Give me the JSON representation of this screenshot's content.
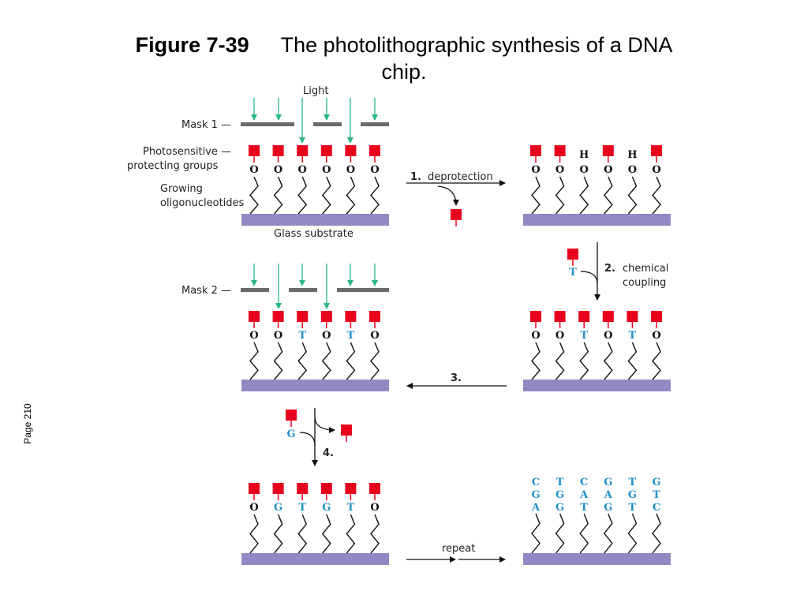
{
  "title": {
    "figure_number": "Figure 7-39",
    "caption_line1": "The photolithographic synthesis of a DNA",
    "caption_line2": "chip."
  },
  "page_label": "Page 210",
  "labels": {
    "light": "Light",
    "mask1": "Mask 1 —",
    "mask2": "Mask 2 —",
    "photosensitive_1": "Photosensitive —",
    "photosensitive_2": "protecting groups",
    "growing_1": "Growing",
    "growing_2": "oligonucleotides",
    "glass_substrate": "Glass substrate"
  },
  "steps": {
    "step1_num": "1.",
    "step1_text": "deprotection",
    "step2_num": "2.",
    "step2_text_1": "chemical",
    "step2_text_2": "coupling",
    "step3_num": "3.",
    "step4_num": "4.",
    "repeat": "repeat"
  },
  "panels": {
    "a": {
      "caps": [
        "red",
        "red",
        "red",
        "red",
        "red",
        "red"
      ],
      "bases": [
        "O",
        "O",
        "O",
        "O",
        "O",
        "O"
      ]
    },
    "b": {
      "caps": [
        "red",
        "red",
        "H",
        "red",
        "H",
        "red"
      ],
      "bases": [
        "O",
        "O",
        "O",
        "O",
        "O",
        "O"
      ]
    },
    "c": {
      "caps": [
        "red",
        "red",
        "red",
        "red",
        "red",
        "red"
      ],
      "bases": [
        "O",
        "O",
        "T",
        "O",
        "T",
        "O"
      ]
    },
    "d": {
      "caps": [
        "red",
        "red",
        "red",
        "red",
        "red",
        "red"
      ],
      "bases": [
        "O",
        "O",
        "T",
        "O",
        "T",
        "O"
      ]
    },
    "e": {
      "caps": [
        "red",
        "red",
        "red",
        "red",
        "red",
        "red"
      ],
      "bases": [
        "O",
        "G",
        "T",
        "G",
        "T",
        "O"
      ]
    },
    "f": {
      "caps": [
        "none",
        "none",
        "none",
        "none",
        "none",
        "none"
      ],
      "seq": [
        [
          "C",
          "G",
          "A"
        ],
        [
          "T",
          "G",
          "G"
        ],
        [
          "C",
          "A",
          "T"
        ],
        [
          "G",
          "A",
          "G"
        ],
        [
          "T",
          "G",
          "T"
        ],
        [
          "G",
          "T",
          "C"
        ]
      ]
    }
  },
  "reagents": {
    "step2_base": "T",
    "step4_base": "G",
    "h_label": "H"
  },
  "colors": {
    "cap": "#e8001c",
    "substrate": "#9289c4",
    "mask": "#6a6a6a",
    "light": "#2bb58a",
    "base_added": "#1e90c8",
    "text": "#222222"
  }
}
